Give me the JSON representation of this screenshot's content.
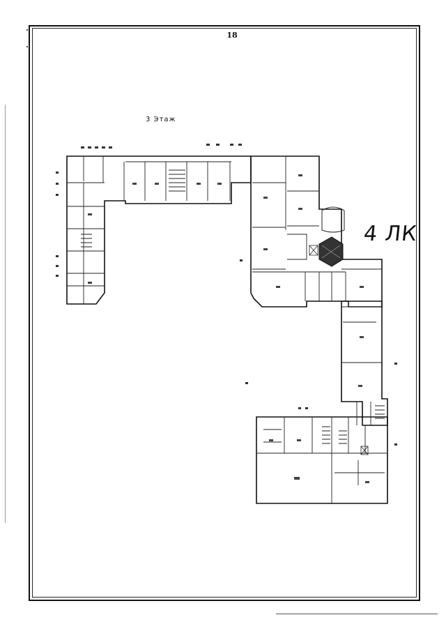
{
  "page": {
    "number": "18",
    "floor_title": "3 Этаж",
    "handwritten_note": "4 ЛК"
  }
}
